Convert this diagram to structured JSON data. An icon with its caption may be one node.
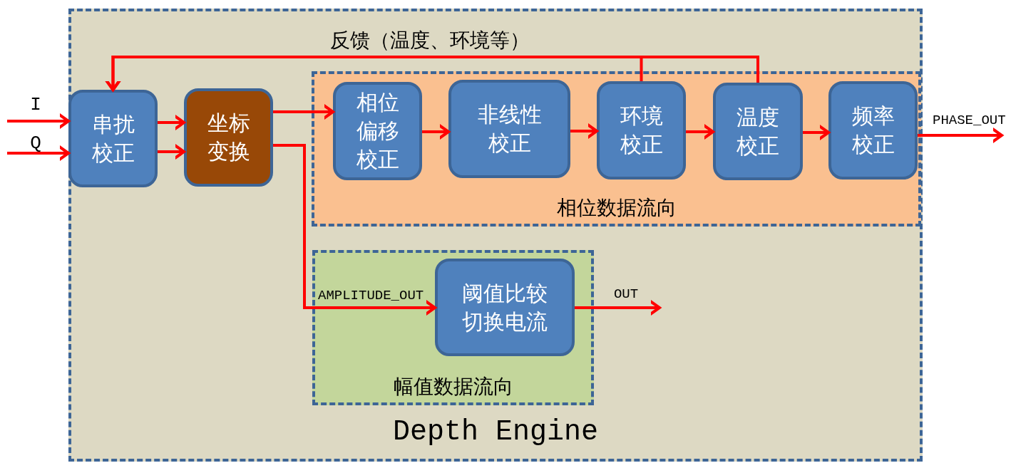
{
  "diagram": {
    "nodes": [
      {
        "text": [
          "Depth Engine"
        ]
      },
      {
        "text": [
          "串扰校正"
        ],
        "in": 0
      },
      {
        "text": [
          "坐标变换"
        ],
        "in": 0
      },
      {
        "text": [
          "相位数据流向"
        ],
        "in": 0
      },
      {
        "text": [
          "相位偏移校正"
        ],
        "in": 3
      },
      {
        "text": [
          "非线性校正"
        ],
        "in": 3
      },
      {
        "text": [
          "环境校正"
        ],
        "in": 3
      },
      {
        "text": [
          "温度校正"
        ],
        "in": 3
      },
      {
        "text": [
          "频率校正"
        ],
        "in": 3
      },
      {
        "text": [
          "幅值数据流向"
        ],
        "in": 0
      },
      {
        "text": [
          "阈值比较切换电流"
        ],
        "in": 9
      }
    ],
    "edges": [
      {
        "from": null,
        "to": 1,
        "arrow": "to",
        "label": "I"
      },
      {
        "from": null,
        "to": 1,
        "arrow": "to",
        "label": "Q"
      },
      {
        "from": 1,
        "to": 2,
        "arrow": "to"
      },
      {
        "from": 1,
        "to": 2,
        "arrow": "to"
      },
      {
        "from": 2,
        "to": 4,
        "arrow": "to"
      },
      {
        "from": 4,
        "to": 5,
        "arrow": "to"
      },
      {
        "from": 5,
        "to": 6,
        "arrow": "to"
      },
      {
        "from": 6,
        "to": 7,
        "arrow": "to"
      },
      {
        "from": 7,
        "to": 8,
        "arrow": "to"
      },
      {
        "from": 8,
        "to": null,
        "arrow": "to",
        "label": "PHASE_OUT"
      },
      {
        "from": 6,
        "to": 1,
        "arrow": "to",
        "label": "反馈（温度、环境等）"
      },
      {
        "from": 7,
        "to": 1,
        "arrow": "to"
      },
      {
        "from": 2,
        "to": 10,
        "arrow": "to",
        "label": "AMPLITUDE_OUT"
      },
      {
        "from": 10,
        "to": null,
        "arrow": "to",
        "label": "OUT"
      }
    ]
  }
}
